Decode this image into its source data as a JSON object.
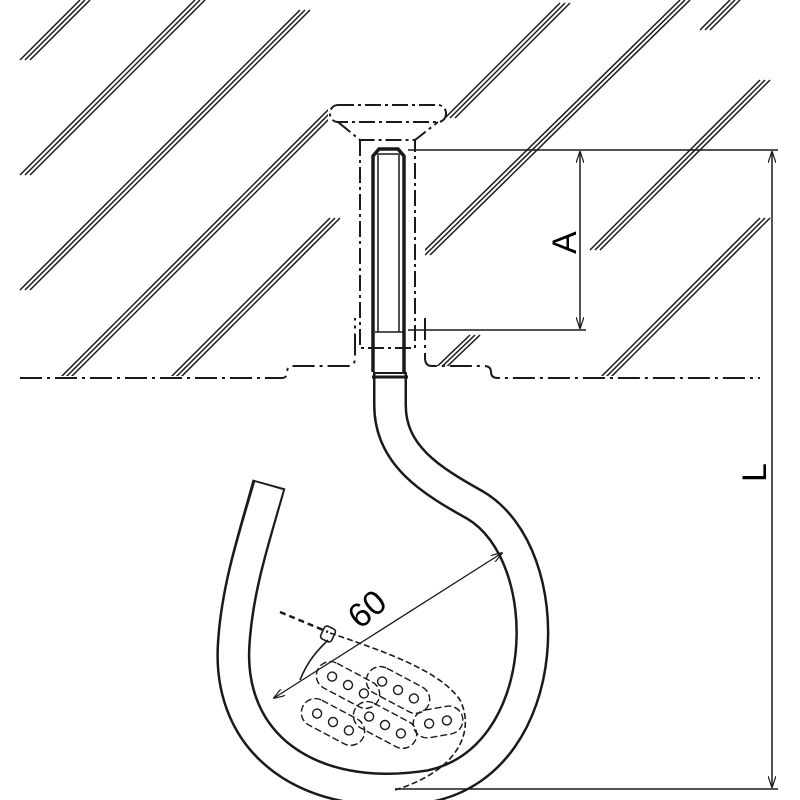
{
  "dimensions": {
    "a_label": "A",
    "l_label": "L",
    "diameter_label": "60"
  },
  "colors": {
    "line": "#1a1a1a",
    "background": "#ffffff"
  }
}
